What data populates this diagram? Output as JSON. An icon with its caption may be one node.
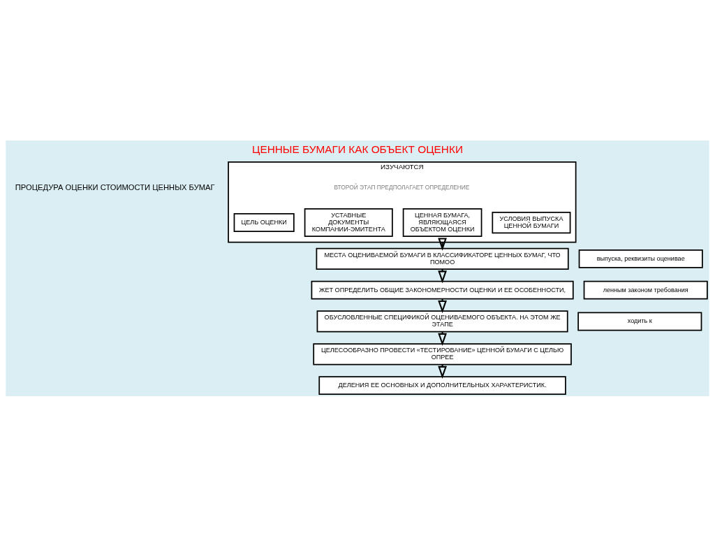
{
  "diagram": {
    "title": "ЦЕННЫЕ БУМАГИ КАК ОБЪЕКТ ОЦЕНКИ",
    "nodes": [
      {
        "text": [
          "ИЗУЧАЮТСЯ"
        ]
      },
      {
        "text": [
          "ЦЕЛЬ ОЦЕНКИ"
        ],
        "in": 0
      },
      {
        "text": [
          "УСТАВНЫЕ ДОКУМЕНТЫ КОМПАНИИ-ЭМИТЕНТА"
        ],
        "in": 0
      },
      {
        "text": [
          "ЦЕННАЯ БУМАГА, ЯВЛЯЮЩАЯСЯ ОБЪЕКТОМ ОЦЕНКИ"
        ],
        "in": 0
      },
      {
        "text": [
          "УСЛОВИЯ ВЫПУСКА ЦЕННОЙ БУМАГИ"
        ],
        "in": 0
      },
      {
        "text": [
          "МЕСТА ОЦЕНИВАЕМОЙ БУМАГИ В КЛАССИФИКАТОРЕ ЦЕННЫХ БУМАГ, ЧТО ПОМОО"
        ]
      },
      {
        "text": [
          "ЖЕТ ОПРЕДЕЛИТЬ ОБЩИЕ ЗАКОНОМЕРНОСТИ ОЦЕНКИ И ЕЕ ОСОБЕННОСТИ,"
        ]
      },
      {
        "text": [
          "ОБУСЛОВЛЕННЫЕ СПЕЦИФИКОЙ ОЦЕНИВАЕМОГО ОБЪЕКТА. НА ЭТОМ ЖЕ ЭТАПЕ"
        ]
      },
      {
        "text": [
          "ЦЕЛЕСООБРАЗНО ПРОВЕСТИ «ТЕСТИРОВАНИЕ» ЦЕННОЙ БУМАГИ С ЦЕЛЬЮ ОПРЕЕ"
        ]
      },
      {
        "text": [
          "ДЕЛЕНИЯ ЕЕ ОСНОВНЫХ И ДОПОЛНИТЕЛЬНЫХ ХАРАКТЕРИСТИК."
        ]
      },
      {
        "text": [
          "выпуска, реквизиты оценивае"
        ]
      },
      {
        "text": [
          "ленным законом требования"
        ]
      },
      {
        "text": [
          "ходить к"
        ]
      }
    ],
    "edges": [
      {
        "from": 0,
        "to": 5,
        "arrow": "to"
      },
      {
        "from": 5,
        "to": 6,
        "arrow": "to"
      },
      {
        "from": 6,
        "to": 7,
        "arrow": "to"
      },
      {
        "from": 7,
        "to": 8,
        "arrow": "to"
      },
      {
        "from": 8,
        "to": 9,
        "arrow": "to"
      }
    ],
    "labels": [
      "ПРОЦЕДУРА ОЦЕНКИ СТОИМОСТИ ЦЕННЫХ БУМАГ",
      "ВТОРОЙ ЭТАП ПРЕДПОЛАГАЕТ ОПРЕДЕЛЕНИЕ"
    ]
  }
}
